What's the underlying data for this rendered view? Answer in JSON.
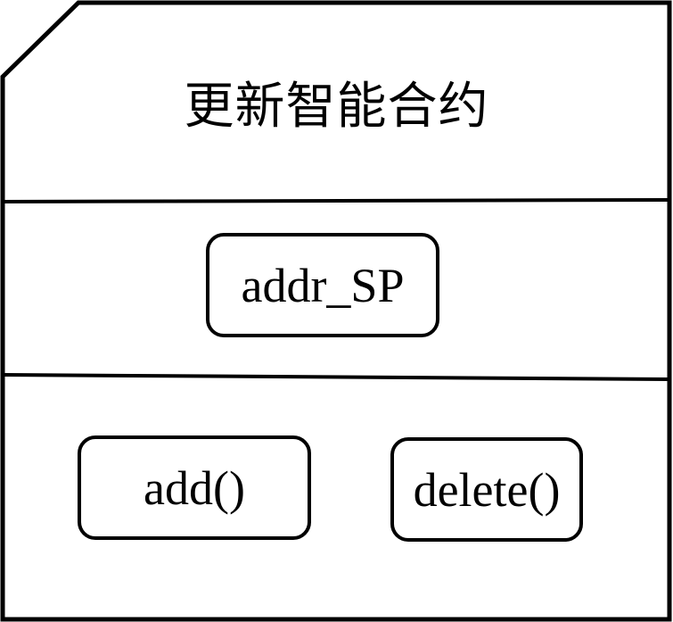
{
  "title": "更新智能合约",
  "attribute": "addr_SP",
  "methods": [
    "add()",
    "delete()"
  ],
  "colors": {
    "stroke": "#000000",
    "background": "#ffffff"
  }
}
